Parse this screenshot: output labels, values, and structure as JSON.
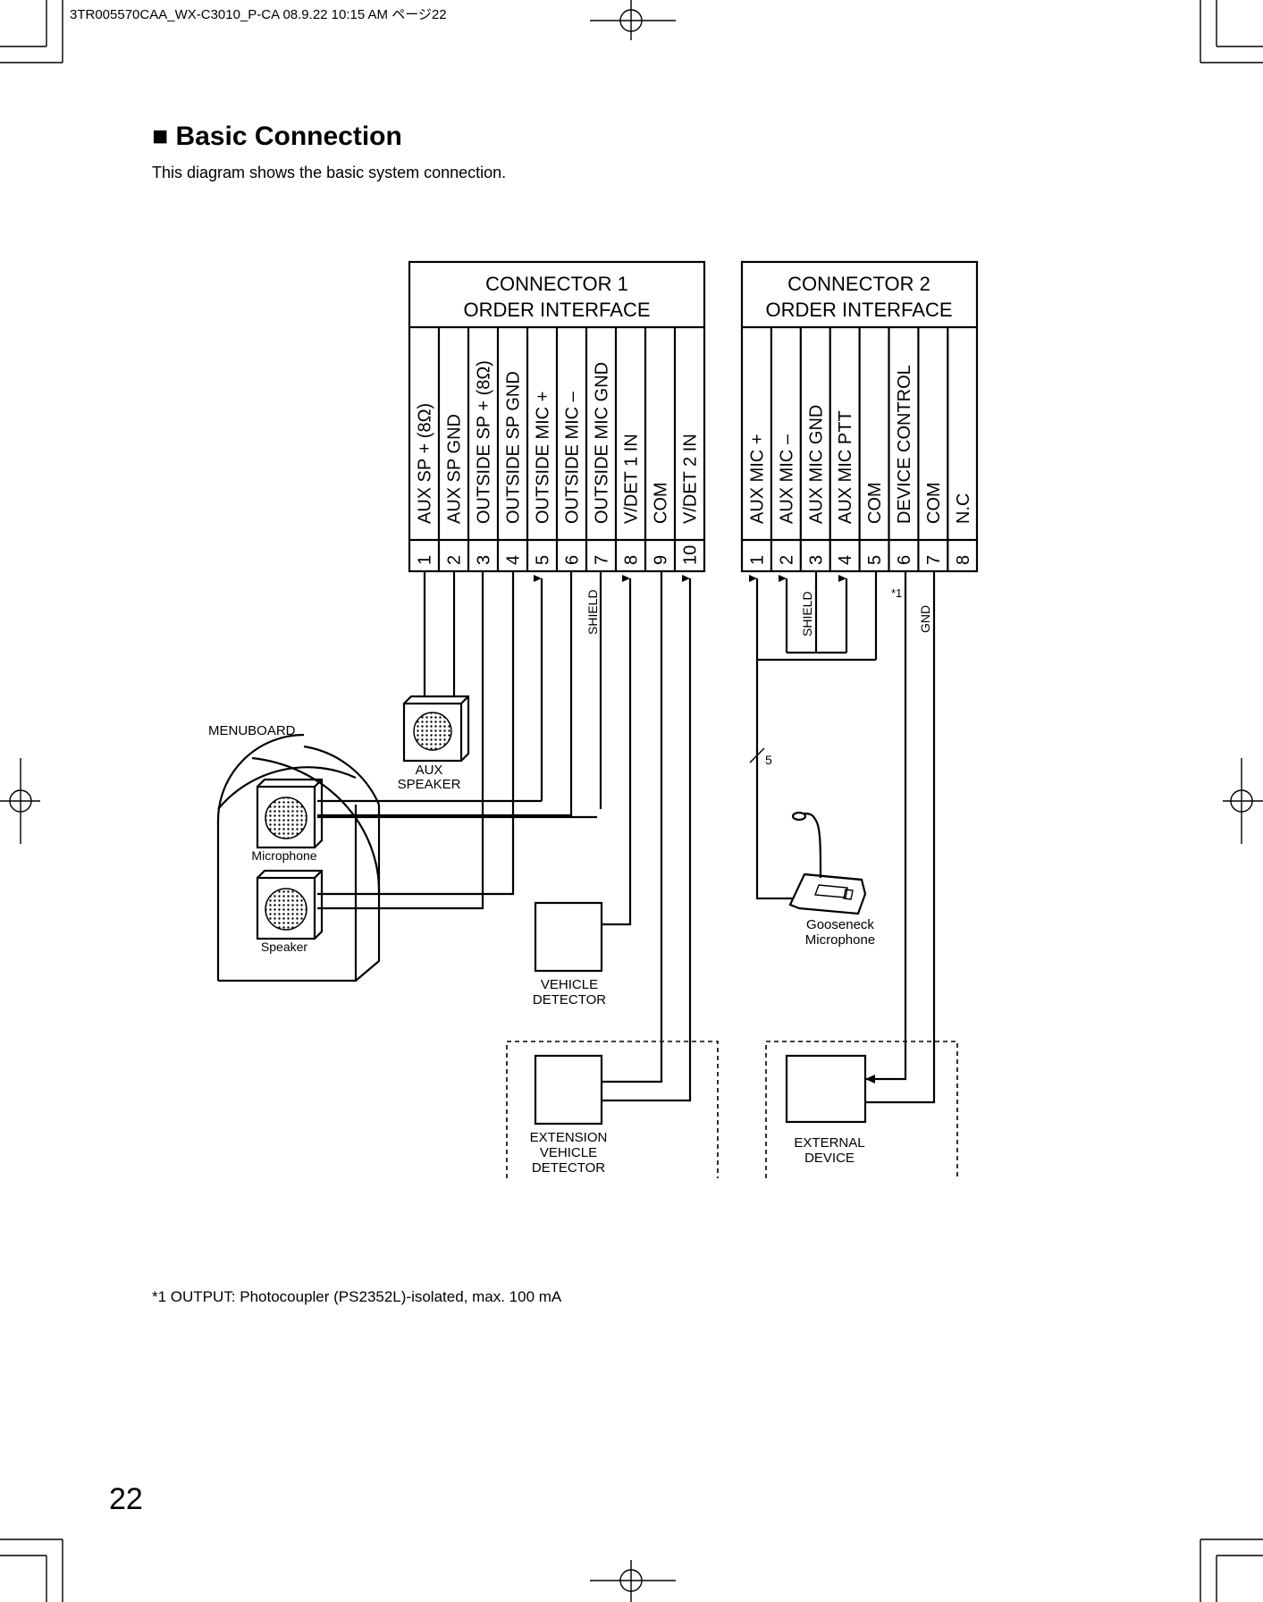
{
  "print_header": "3TR005570CAA_WX-C3010_P-CA  08.9.22  10:15 AM     ページ22",
  "section_title": "■ Basic Connection",
  "intro": "This diagram shows the basic system connection.",
  "connector1": {
    "title_line1": "CONNECTOR 1",
    "title_line2": "ORDER INTERFACE",
    "pins": [
      {
        "num": "1",
        "label": "AUX SP + (8Ω)"
      },
      {
        "num": "2",
        "label": "AUX SP GND"
      },
      {
        "num": "3",
        "label": "OUTSIDE SP + (8Ω)"
      },
      {
        "num": "4",
        "label": "OUTSIDE SP GND"
      },
      {
        "num": "5",
        "label": "OUTSIDE MIC +"
      },
      {
        "num": "6",
        "label": "OUTSIDE MIC –"
      },
      {
        "num": "7",
        "label": "OUTSIDE MIC GND"
      },
      {
        "num": "8",
        "label": "V/DET 1 IN"
      },
      {
        "num": "9",
        "label": "COM"
      },
      {
        "num": "10",
        "label": "V/DET 2 IN"
      }
    ]
  },
  "connector2": {
    "title_line1": "CONNECTOR 2",
    "title_line2": "ORDER INTERFACE",
    "pins": [
      {
        "num": "1",
        "label": "AUX MIC +"
      },
      {
        "num": "2",
        "label": "AUX MIC –"
      },
      {
        "num": "3",
        "label": "AUX MIC GND"
      },
      {
        "num": "4",
        "label": "AUX MIC PTT"
      },
      {
        "num": "5",
        "label": "COM"
      },
      {
        "num": "6",
        "label": "DEVICE CONTROL"
      },
      {
        "num": "7",
        "label": "COM"
      },
      {
        "num": "8",
        "label": "N.C"
      }
    ]
  },
  "wire_labels": {
    "shield1": "SHIELD",
    "shield2": "SHIELD",
    "gnd": "GND",
    "note_ref": "*1",
    "bundle_count": "5"
  },
  "devices": {
    "menuboard": "MENUBOARD",
    "aux_speaker_l1": "AUX",
    "aux_speaker_l2": "SPEAKER",
    "microphone": "Microphone",
    "speaker": "Speaker",
    "vehicle_detector_l1": "VEHICLE",
    "vehicle_detector_l2": "DETECTOR",
    "ext_vehicle_l1": "EXTENSION",
    "ext_vehicle_l2": "VEHICLE",
    "ext_vehicle_l3": "DETECTOR",
    "gooseneck_l1": "Gooseneck",
    "gooseneck_l2": "Microphone",
    "external_l1": "EXTERNAL",
    "external_l2": "DEVICE"
  },
  "footnote": "*1 OUTPUT: Photocoupler (PS2352L)-isolated, max. 100 mA",
  "page_number": "22"
}
